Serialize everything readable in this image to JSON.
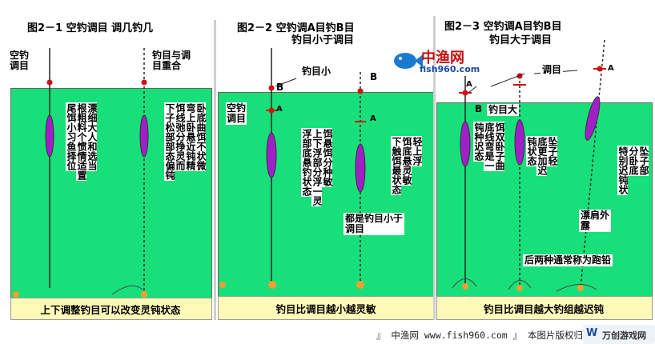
{
  "panel1": {
    "title": "图2－1  空钓调目    调几钓几",
    "label_kong": "空钓\n调目",
    "label_diao": "钓目与调\n目重合",
    "col_left": [
      "漂细大人和选当",
      "根粗料个惯情适置",
      "尾饵小习鱼择位"
    ],
    "col_right_a": [
      "卧底曲饵不状微",
      "弯上卧悬近钝精",
      "饵线弛分挣灵而",
      "下子松部部态偏钝"
    ],
    "caption": "上下调整钓目可以改变灵钝状态"
  },
  "panel2": {
    "title_l1": "图2－2    空钓调A目钓B目",
    "title_l2": "钓目小于调目",
    "label_small": "钓目小",
    "label_kong": "空钓\n调目",
    "letter_b1": "B",
    "letter_a1": "A",
    "letter_b2": "B",
    "letter_a2": "A",
    "col_left": [
      "饵悬饵分种敏",
      "上下浮部分浮一灵",
      "浮部底悬钓状态"
    ],
    "col_right": [
      "轻上浮",
      "饵底悬灵敏",
      "下触饵最状态"
    ],
    "label_both": "都是钓目小于\n调目",
    "caption": "钓目比调目越小越灵敏"
  },
  "panel3": {
    "title_l1": "图2－3    空钓调A目钓B目",
    "title_l2": "钓目大于调目",
    "label_tiao": "调目",
    "label_big": "钓目大",
    "letter_b": "B",
    "letter_a": "A",
    "letter_a2": "A",
    "col_a": [
      "饵双卧子曲",
      "底线弯是一",
      "钝种迟态"
    ],
    "col_b": [
      "坠子轻",
      "底更加迟",
      "钝状态"
    ],
    "col_c": [
      "坠子部",
      "分卧底",
      "特别迟钝状"
    ],
    "label_float": "漂肩外\n露",
    "label_both": "后两种通常称为跑铅",
    "caption": "钓目比调目越大钓组越迟钝"
  },
  "logo": {
    "brand": "中渔网",
    "url": "fish960.com"
  },
  "footer": {
    "text": "』 中渔网  www.fish960.com 』 本图片版权归",
    "badge": "万创游戏网"
  },
  "colors": {
    "water": "#17e07a",
    "caption_bg": "#fffab8",
    "float": "#a020c8",
    "marker": "#d01010",
    "sinker": "#f0a030",
    "line": "#222222"
  }
}
